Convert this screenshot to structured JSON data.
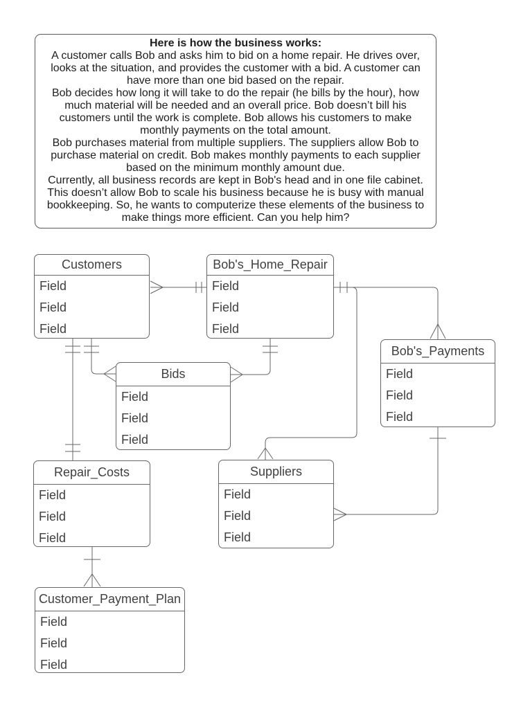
{
  "intro": {
    "title": "Here is how the business works:",
    "lines": [
      "A customer calls Bob and asks him to bid on a home repair. He drives over,",
      "looks at the situation, and provides the customer with a bid. A customer can",
      "have more than one bid based on the repair.",
      "Bob decides how long it will take to do the repair (he bills by the hour), how",
      "much material will be needed and an overall price. Bob doesn’t bill his",
      "customers until the work is complete. Bob allows his customers to make",
      "monthly payments on the total amount.",
      "Bob purchases material from multiple suppliers. The suppliers allow Bob to",
      "purchase material on credit. Bob makes monthly payments to each supplier",
      "based on the minimum monthly amount due.",
      "Currently, all business records are kept in Bob's head and in one file cabinet.",
      "This doesn’t allow Bob to scale his business because he is busy with manual",
      "bookkeeping. So, he wants to computerize these elements of the business to",
      "make things more efficient. Can you help him?"
    ]
  },
  "diagram": {
    "colors": {
      "line": "#666666",
      "entity_text": "#404040",
      "intro_text": "#1d1d1d",
      "background": "#ffffff"
    },
    "entities": [
      {
        "id": "customers",
        "title": "Customers",
        "fields": [
          "Field",
          "Field",
          "Field"
        ]
      },
      {
        "id": "bobs-home-repair",
        "title": "Bob's_Home_Repair",
        "fields": [
          "Field",
          "Field",
          "Field"
        ]
      },
      {
        "id": "bids",
        "title": "Bids",
        "fields": [
          "Field",
          "Field",
          "Field"
        ]
      },
      {
        "id": "bobs-payments",
        "title": "Bob's_Payments",
        "fields": [
          "Field",
          "Field",
          "Field"
        ]
      },
      {
        "id": "repair-costs",
        "title": "Repair_Costs",
        "fields": [
          "Field",
          "Field",
          "Field"
        ]
      },
      {
        "id": "suppliers",
        "title": "Suppliers",
        "fields": [
          "Field",
          "Field",
          "Field"
        ]
      },
      {
        "id": "customer-payment-plan",
        "title": "Customer_Payment_Plan",
        "fields": [
          "Field",
          "Field",
          "Field"
        ]
      }
    ],
    "relationships": [
      {
        "from": "Customers",
        "to": "Bob's_Home_Repair",
        "from_marker": "crow-foot-many",
        "to_marker": "double-tick-one"
      },
      {
        "from": "Bob's_Home_Repair",
        "to": "Bob's_Payments",
        "from_marker": "double-tick-one",
        "to_marker": "crow-foot-many"
      },
      {
        "from": "Bob's_Home_Repair",
        "to": "Suppliers",
        "from_marker": "double-tick-one",
        "to_marker": "crow-foot-many"
      },
      {
        "from": "Customers",
        "to": "Bids",
        "from_marker": "double-tick-one",
        "to_marker": "crow-foot-many"
      },
      {
        "from": "Bob's_Home_Repair",
        "to": "Bids",
        "from_marker": "double-tick-one",
        "to_marker": "crow-foot-many"
      },
      {
        "from": "Customers",
        "to": "Repair_Costs",
        "from_marker": "double-tick-one",
        "to_marker": "double-tick-one"
      },
      {
        "from": "Repair_Costs",
        "to": "Customer_Payment_Plan",
        "from_marker": "single-tick-one",
        "to_marker": "crow-foot-many"
      },
      {
        "from": "Bob's_Payments",
        "to": "Suppliers",
        "from_marker": "single-tick-one",
        "to_marker": "crow-foot-many"
      }
    ]
  }
}
